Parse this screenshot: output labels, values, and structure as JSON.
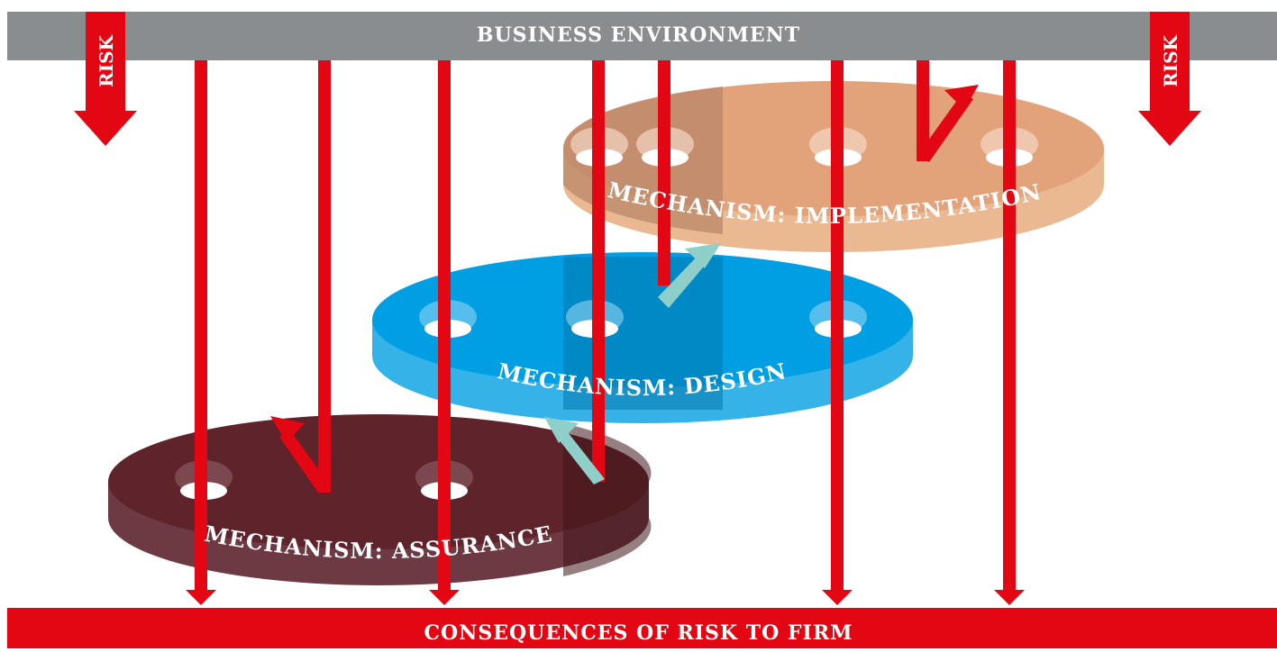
{
  "header": {
    "title": "BUSINESS ENVIRONMENT"
  },
  "footer": {
    "title": "CONSEQUENCES OF RISK TO FIRM"
  },
  "risk_arrows": {
    "left_label": "RISK",
    "right_label": "RISK"
  },
  "mechanisms": {
    "implementation": "MECHANISM: IMPLEMENTATION",
    "design": "MECHANISM: DESIGN",
    "assurance": "MECHANISM: ASSURANCE"
  },
  "colors": {
    "banner_gray": "#8a8d8f",
    "risk_red": "#e30613",
    "implementation_disc": "#e2a37b",
    "design_disc": "#009fe3",
    "assurance_disc": "#5f232c",
    "feedback_teal": "#8fcfca"
  }
}
